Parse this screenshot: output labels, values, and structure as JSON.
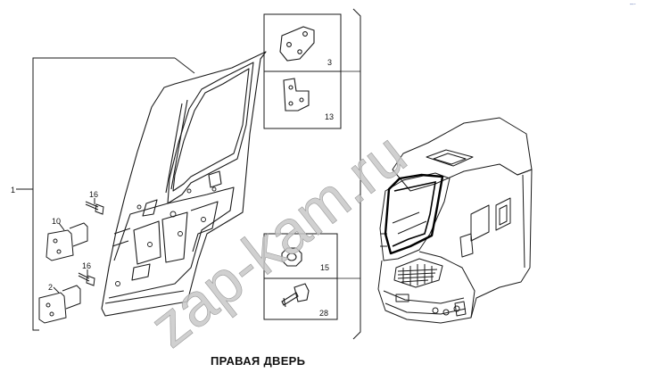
{
  "caption": "ПРАВАЯ ДВЕРЬ",
  "watermark": "zap-kam.ru",
  "corner_mark": "–·",
  "callouts": {
    "door_assembly": "1",
    "hinge_lower": "2",
    "hinge_upper": "10",
    "bolt_upper": "16",
    "bolt_lower": "16"
  },
  "panels": {
    "brackets": {
      "top_label": "3",
      "bottom_label": "13"
    },
    "fasteners": {
      "top_label": "15",
      "bottom_label": "28"
    }
  },
  "colors": {
    "line": "#1a1a1a",
    "watermark": "#c8c8c8",
    "cab_highlight": "#000000",
    "corner_mark": "#6a7fb8"
  }
}
